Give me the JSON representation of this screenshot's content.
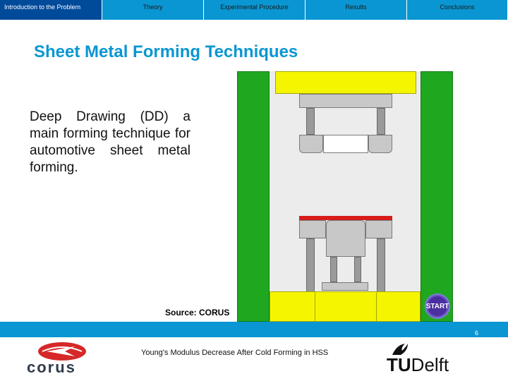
{
  "nav": {
    "tabs": [
      {
        "label": "Introduction to the Problem",
        "active": true
      },
      {
        "label": "Theory",
        "active": false
      },
      {
        "label": "Experimental Procedure",
        "active": false
      },
      {
        "label": "Results",
        "active": false
      },
      {
        "label": "Conclusions",
        "active": false
      }
    ]
  },
  "slide": {
    "title": "Sheet Metal Forming Techniques",
    "body": "Deep Drawing (DD) a main forming technique for automotive sheet metal forming.",
    "source": "Source: CORUS",
    "start_button": "START",
    "page_number": "6"
  },
  "footer": {
    "text": "Young's Modulus Decrease After Cold Forming in HSS",
    "logo_left_text": "corus",
    "logo_right_tu": "TU",
    "logo_right_delft": "Delft"
  },
  "colors": {
    "accent": "#0a96d2",
    "nav_active": "#004a9a",
    "pillar": "#1fa81f",
    "press_yellow": "#f5f500",
    "sheet_red": "#d81c1c",
    "start_button": "#4b2ea0",
    "corus_red": "#d62828"
  },
  "icons": {
    "start": "start-button-icon",
    "corus": "corus-logo",
    "tudelft": "tudelft-flame-logo"
  }
}
